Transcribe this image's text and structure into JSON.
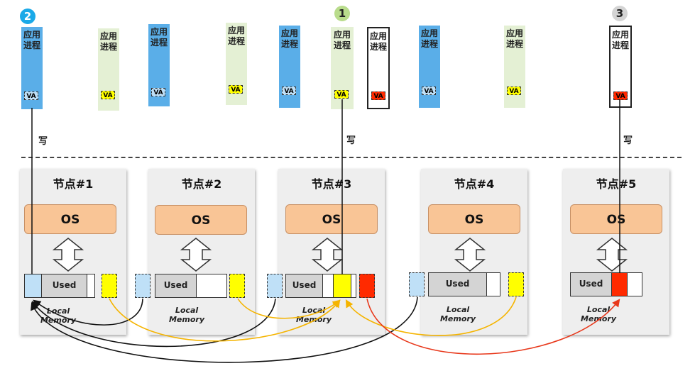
{
  "processes": [
    {
      "label": "应用进程",
      "color": "blue",
      "va": "VA",
      "va_color": "blue"
    },
    {
      "label": "应用进程",
      "color": "green",
      "va": "VA",
      "va_color": "yellow"
    },
    {
      "label": "应用进程",
      "color": "blue",
      "va": "VA",
      "va_color": "blue"
    },
    {
      "label": "应用进程",
      "color": "green",
      "va": "VA",
      "va_color": "yellow"
    },
    {
      "label": "应用进程",
      "color": "blue",
      "va": "VA",
      "va_color": "blue"
    },
    {
      "label": "应用进程",
      "color": "green",
      "va": "VA",
      "va_color": "yellow"
    },
    {
      "label": "应用进程",
      "color": "white",
      "va": "VA",
      "va_color": "red"
    },
    {
      "label": "应用进程",
      "color": "blue",
      "va": "VA",
      "va_color": "blue"
    },
    {
      "label": "应用进程",
      "color": "green",
      "va": "VA",
      "va_color": "yellow"
    },
    {
      "label": "应用进程",
      "color": "white",
      "va": "VA",
      "va_color": "red"
    }
  ],
  "badges": [
    {
      "text": "2",
      "bg": "#1aa9e8",
      "fg": "#ffffff"
    },
    {
      "text": "1",
      "bg": "#b9dc8c",
      "fg": "#222222"
    },
    {
      "text": "3",
      "bg": "#d4d4d4",
      "fg": "#222222"
    }
  ],
  "write_label": "写",
  "nodes": [
    {
      "title": "节点#1",
      "os": "OS",
      "used": "Used",
      "local_memory": "Local\nMemory"
    },
    {
      "title": "节点#2",
      "os": "OS",
      "used": "Used",
      "local_memory": "Local\nMemory"
    },
    {
      "title": "节点#3",
      "os": "OS",
      "used": "Used",
      "local_memory": "Local\nMemory"
    },
    {
      "title": "节点#4",
      "os": "OS",
      "used": "Used",
      "local_memory": "Local\nMemory"
    },
    {
      "title": "节点#5",
      "os": "OS",
      "used": "Used",
      "local_memory": "Local\nMemory"
    }
  ],
  "colors": {
    "blue": "#bfe0f7",
    "yellow": "#ffff00",
    "red": "#ff2a00",
    "orange_line": "#f5b400",
    "red_line": "#e8381b"
  }
}
